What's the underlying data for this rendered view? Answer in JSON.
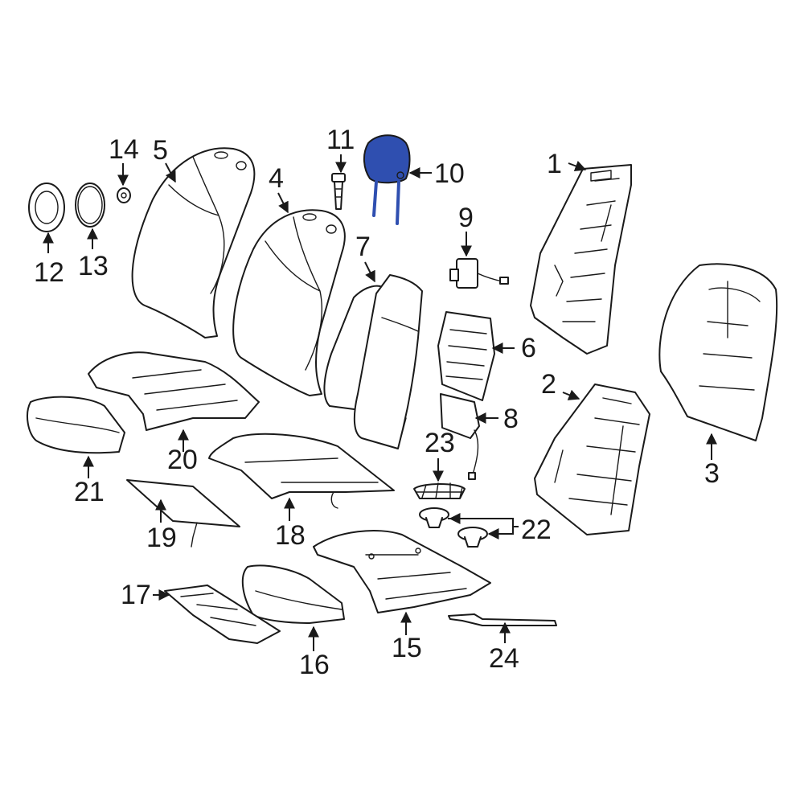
{
  "diagram": {
    "highlight_color": "#2f4fb0",
    "line_color": "#1a1a1a",
    "callouts": [
      {
        "id": "1",
        "label": "1"
      },
      {
        "id": "2",
        "label": "2"
      },
      {
        "id": "3",
        "label": "3"
      },
      {
        "id": "4",
        "label": "4"
      },
      {
        "id": "5",
        "label": "5"
      },
      {
        "id": "6",
        "label": "6"
      },
      {
        "id": "7",
        "label": "7"
      },
      {
        "id": "8",
        "label": "8"
      },
      {
        "id": "9",
        "label": "9"
      },
      {
        "id": "10",
        "label": "10"
      },
      {
        "id": "11",
        "label": "11"
      },
      {
        "id": "12",
        "label": "12"
      },
      {
        "id": "13",
        "label": "13"
      },
      {
        "id": "14",
        "label": "14"
      },
      {
        "id": "15",
        "label": "15"
      },
      {
        "id": "16",
        "label": "16"
      },
      {
        "id": "17",
        "label": "17"
      },
      {
        "id": "18",
        "label": "18"
      },
      {
        "id": "19",
        "label": "19"
      },
      {
        "id": "20",
        "label": "20"
      },
      {
        "id": "21",
        "label": "21"
      },
      {
        "id": "22",
        "label": "22"
      },
      {
        "id": "23",
        "label": "23"
      },
      {
        "id": "24",
        "label": "24"
      }
    ],
    "highlighted_part": "10"
  }
}
